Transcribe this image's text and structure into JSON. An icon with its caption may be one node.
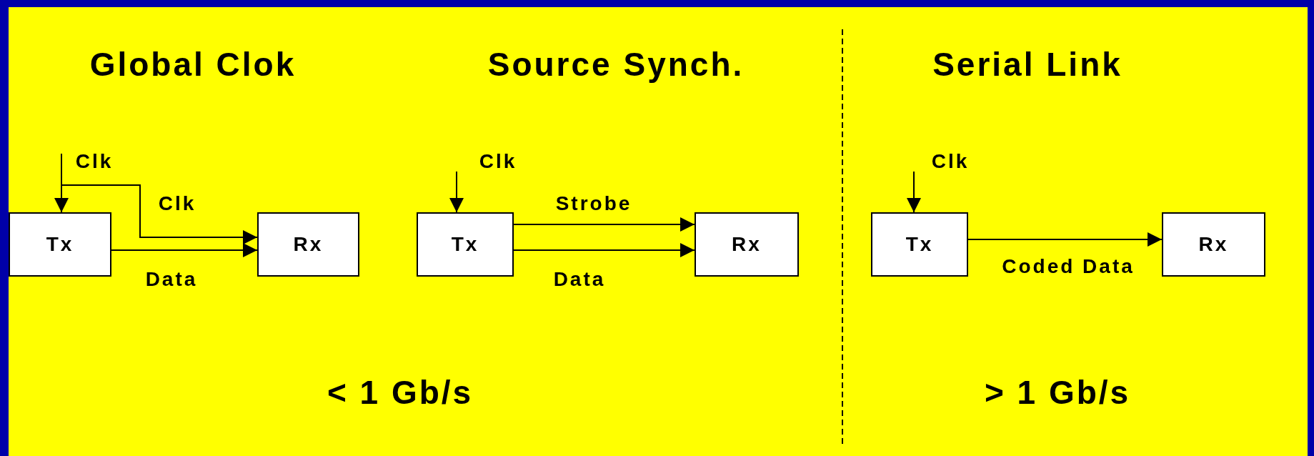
{
  "diagram": {
    "nodes": [
      {
        "text": [
          "Tx"
        ]
      },
      {
        "text": [
          "Rx"
        ]
      },
      {
        "text": [
          "Tx"
        ]
      },
      {
        "text": [
          "Rx"
        ]
      },
      {
        "text": [
          "Tx"
        ]
      },
      {
        "text": [
          "Rx"
        ]
      }
    ],
    "edges": [
      {
        "from": null,
        "to": 0,
        "arrow": "to",
        "label": "Clk"
      },
      {
        "from": null,
        "to": 1,
        "arrow": "to",
        "label": "Clk"
      },
      {
        "from": 0,
        "to": 1,
        "arrow": "to",
        "label": "Data"
      },
      {
        "from": null,
        "to": 2,
        "arrow": "to",
        "label": "Clk"
      },
      {
        "from": 2,
        "to": 3,
        "arrow": "to",
        "label": "Strobe"
      },
      {
        "from": 2,
        "to": 3,
        "arrow": "to",
        "label": "Data"
      },
      {
        "from": null,
        "to": 4,
        "arrow": "to",
        "label": "Clk"
      },
      {
        "from": 4,
        "to": 5,
        "arrow": "to",
        "label": "Coded Data"
      }
    ],
    "labels": [
      "Global Clok",
      "Source Synch.",
      "Serial Link",
      "< 1 Gb/s",
      "> 1 Gb/s"
    ]
  }
}
